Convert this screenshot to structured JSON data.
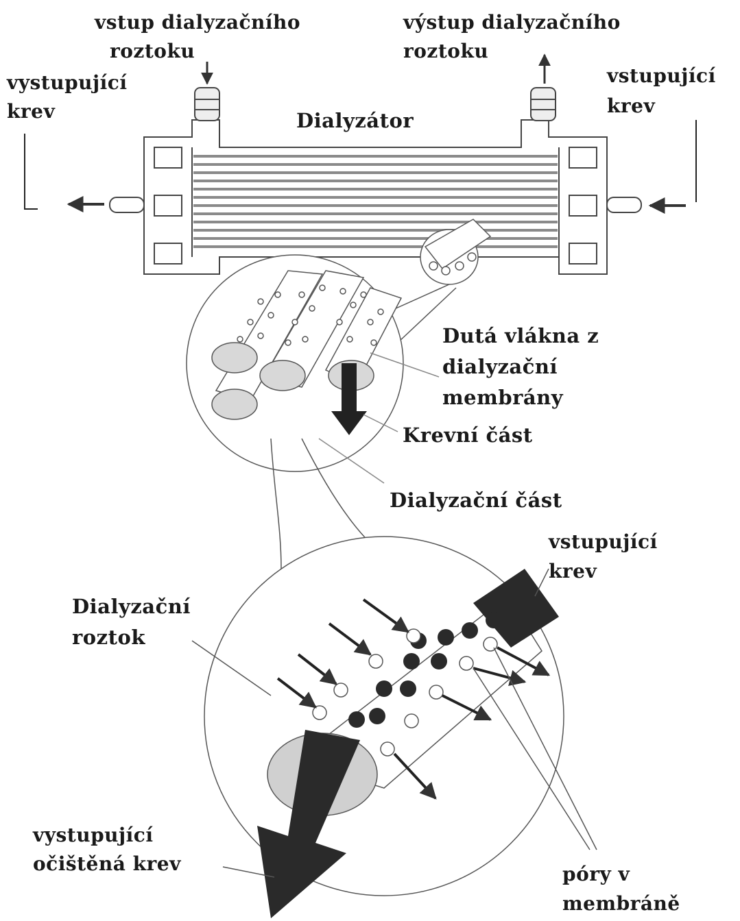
{
  "labels": {
    "dialysate_in": [
      "vstup dialyzačního",
      "roztoku"
    ],
    "dialysate_out": [
      "výstup dialyzačního",
      "roztoku"
    ],
    "blood_out_top": [
      "vystupující",
      "krev"
    ],
    "blood_in_top": [
      "vstupující",
      "krev"
    ],
    "dialyzer": "Dialyzátor",
    "hollow_fibers": [
      "Dutá vlákna z",
      "dialyzační",
      "membrány"
    ],
    "blood_part": "Krevní část",
    "dialysate_part": "Dialyzační část",
    "blood_in_bottom": [
      "vstupující",
      "krev"
    ],
    "dialysate_solution": [
      "Dialyzační",
      "roztok"
    ],
    "cleaned_blood_out": [
      "vystupující",
      "očištěná krev"
    ],
    "membrane_pores": [
      "póry v",
      "membráně"
    ]
  },
  "colors": {
    "ink": "#1a1a1a",
    "line": "#555555",
    "fiber": "#8a8a8a",
    "shade": "#cfcfcf",
    "paper": "#ffffff"
  }
}
